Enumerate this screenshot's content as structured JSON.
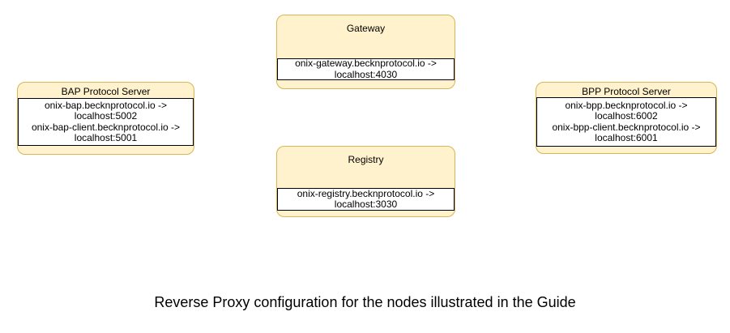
{
  "diagram": {
    "caption": "Reverse Proxy configuration for the nodes illustrated in the Guide",
    "nodes": [
      {
        "id": "gateway",
        "title": "Gateway",
        "lines": [
          "onix-gateway.becknprotocol.io ->",
          "localhost:4030"
        ]
      },
      {
        "id": "bap-protocol-server",
        "title": "BAP Protocol Server",
        "lines": [
          "onix-bap.becknprotocol.io ->",
          "localhost:5002",
          "onix-bap-client.becknprotocol.io ->",
          "localhost:5001"
        ]
      },
      {
        "id": "bpp-protocol-server",
        "title": "BPP Protocol Server",
        "lines": [
          "onix-bpp.becknprotocol.io ->",
          "localhost:6002",
          "onix-bpp-client.becknprotocol.io ->",
          "localhost:6001"
        ]
      },
      {
        "id": "registry",
        "title": "Registry",
        "lines": [
          "onix-registry.becknprotocol.io ->",
          "localhost:3030"
        ]
      }
    ],
    "colors": {
      "background": "#FFFFFF",
      "node_fill": "#FFF2CC",
      "node_border": "#D6B656",
      "mapping_fill": "#FFFFFF",
      "mapping_border": "#000000",
      "text": "#000000"
    }
  }
}
